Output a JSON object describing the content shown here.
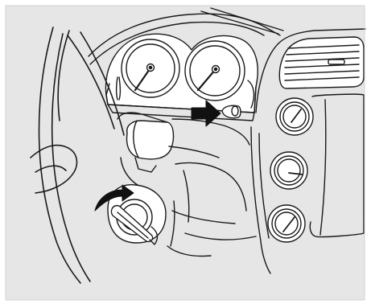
{
  "figure": {
    "subject": "dashboard-ignition-illustration",
    "colors": {
      "panel_background": "#e6e6e6",
      "page_background": "#ffffff",
      "line": "#1a1a1a",
      "part_fill": "#ffffff",
      "arrow_fill": "#111111"
    },
    "icons": [
      "speedometer-gauge",
      "tachometer-gauge",
      "dash-switch-pointer-arrow",
      "ignition-key-rotation-arrow",
      "hvac-control-knob"
    ]
  }
}
